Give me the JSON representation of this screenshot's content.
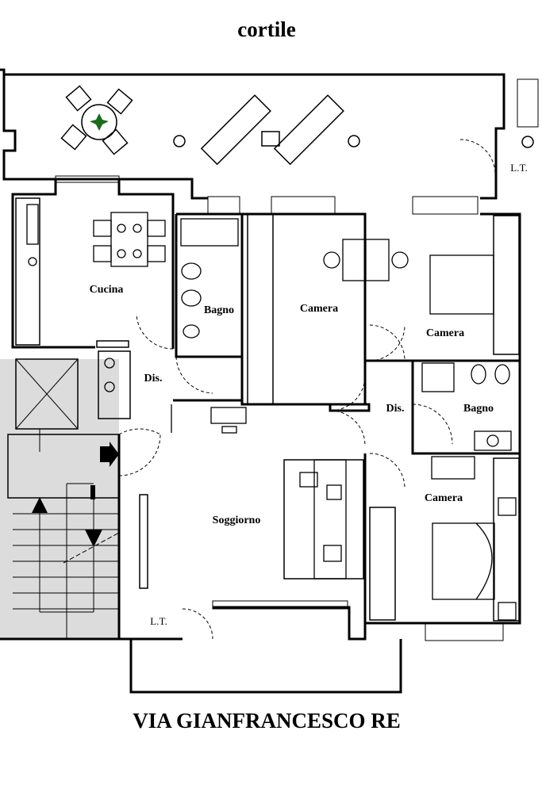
{
  "plan": {
    "top_label": "cortile",
    "street_label": "VIA GIANFRANCESCO RE",
    "rooms": {
      "cucina": "Cucina",
      "bagno_1": "Bagno",
      "camera_1": "Camera",
      "camera_2": "Camera",
      "dis_1": "Dis.",
      "dis_2": "Dis.",
      "bagno_2": "Bagno",
      "camera_3": "Camera",
      "soggiorno": "Soggiorno",
      "lt_top": "L.T.",
      "lt_bottom": "L.T."
    }
  },
  "colors": {
    "wall": "#000000",
    "stair_fill": "#dcdcdc",
    "background": "#ffffff"
  }
}
